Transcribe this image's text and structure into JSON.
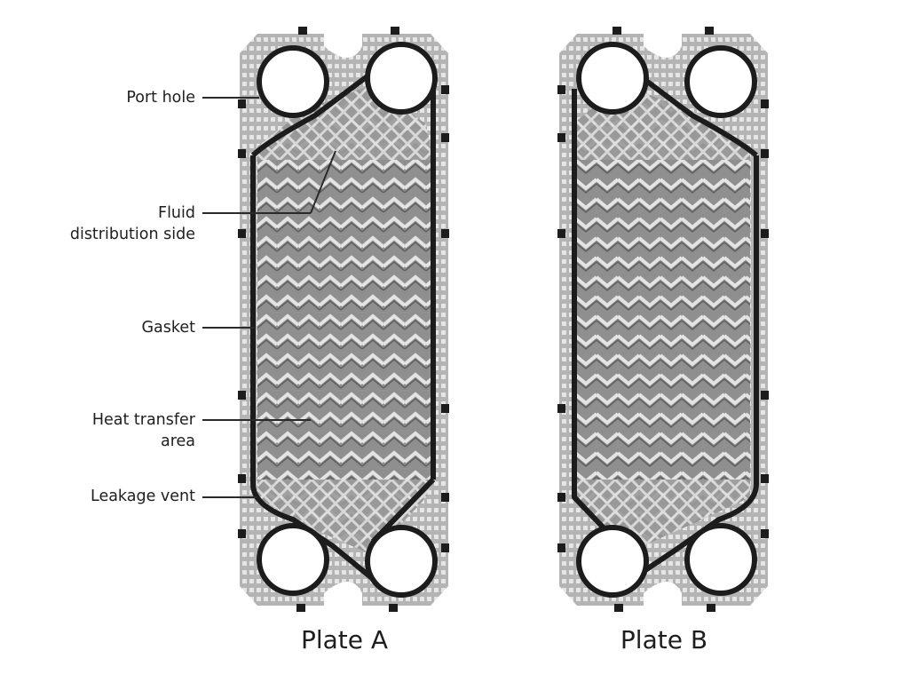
{
  "diagram": {
    "subject": "Plate heat exchanger plates",
    "plates": [
      {
        "id": "A",
        "label": "Plate A"
      },
      {
        "id": "B",
        "label": "Plate B"
      }
    ],
    "callouts": [
      {
        "id": "port-hole",
        "label": "Port hole"
      },
      {
        "id": "fluid-distribution",
        "label": "Fluid distribution side",
        "line1": "Fluid",
        "line2": "distribution side"
      },
      {
        "id": "gasket",
        "label": "Gasket"
      },
      {
        "id": "heat-transfer",
        "label": "Heat transfer area",
        "line1": "Heat transfer",
        "line2": "area"
      },
      {
        "id": "leakage-vent",
        "label": "Leakage vent"
      }
    ],
    "colors": {
      "plate_metal": "#a9a9a9",
      "plate_dark": "#6e6e6e",
      "gasket": "#1c1c1c",
      "background": "#ffffff"
    }
  }
}
